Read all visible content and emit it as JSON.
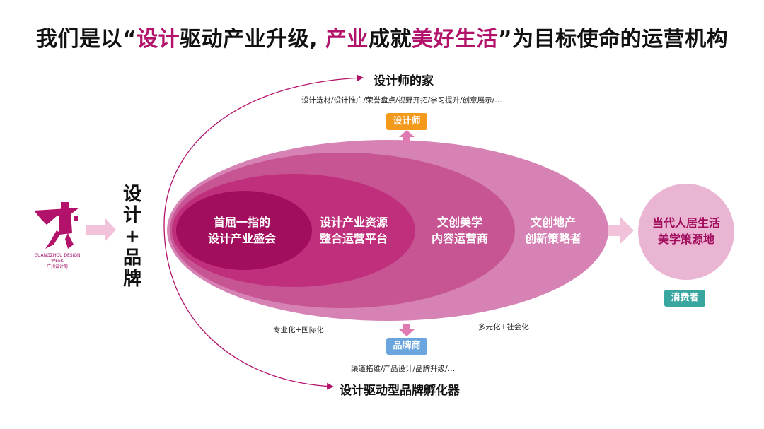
{
  "headline": {
    "part1": "我们是以“",
    "part2": "设计",
    "part3": "驱动产业升级, ",
    "part4": "产业",
    "part5": "成就",
    "part6": "美好生活",
    "part7": "”为目标使命的运营机构"
  },
  "logo": {
    "line1": "GUANGZHOU DESIGN WEEK",
    "line2": "广州设计周"
  },
  "vertical_label": {
    "line1": "设",
    "line2": "计",
    "line3": "+",
    "line4": "品",
    "line5": "牌"
  },
  "top_branch": {
    "title": "设计师的家",
    "subtitle": "设计选材/设计推广/荣誉盘点/视野开拓/学习提升/创意展示/…",
    "badge": "设计师"
  },
  "bottom_branch": {
    "title": "设计驱动型品牌孵化器",
    "subtitle": "渠道拓维/产品设计/品牌升级/…",
    "badge": "品牌商"
  },
  "rings": [
    {
      "line1": "首屈一指的",
      "line2": "设计产业盛会",
      "color": "#a30d5e"
    },
    {
      "line1": "设计产业资源",
      "line2": "整合运营平台",
      "color": "#c02f7c"
    },
    {
      "line1": "文创美学",
      "line2": "内容运营商",
      "color": "#c75594"
    },
    {
      "line1": "文创地产",
      "line2": "创新策略者",
      "color": "#d682b4"
    }
  ],
  "left_note": "专业化+国际化",
  "right_note": "多元化+社会化",
  "target": {
    "line1": "当代人居生活",
    "line2": "美学策源地",
    "badge": "消费者",
    "color": "#e9b5d2",
    "text_color": "#a30d5e"
  },
  "colors": {
    "magenta": "#b3126b",
    "orange_badge": "#f39a1c",
    "blue_badge": "#6aa6dd",
    "teal_badge": "#3aa6a0",
    "arrow": "#f1c2d9",
    "small_arrow": "#e07ab3"
  }
}
